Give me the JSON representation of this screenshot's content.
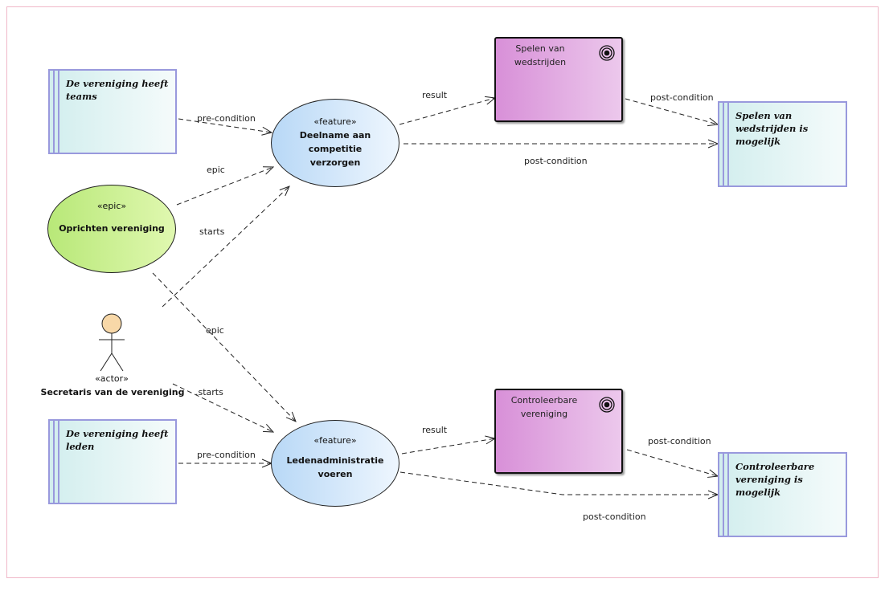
{
  "elements": {
    "state_teams": "De vereniging heeft teams",
    "state_leden": "De vereniging heeft leden",
    "state_spelen": "Spelen van wedstrijden is mogelijk",
    "state_controle": "Controleerbare vereniging is mogelijk",
    "activity_spelen": "Spelen van wedstrijden",
    "activity_controle": "Controleerbare vereniging",
    "feature1": {
      "stereotype": "«feature»",
      "name": "Deelname aan competitie verzorgen"
    },
    "feature2": {
      "stereotype": "«feature»",
      "name": "Ledenadministratie voeren"
    },
    "epic": {
      "stereotype": "«epic»",
      "name": "Oprichten vereniging"
    },
    "actor": {
      "stereotype": "«actor»",
      "name": "Secretaris van de vereniging"
    }
  },
  "connectors": {
    "pre1": "pre-condition",
    "pre2": "pre-condition",
    "result1": "result",
    "result2": "result",
    "post1": "post-condition",
    "post2": "post-condition",
    "post3": "post-condition",
    "post4": "post-condition",
    "epic1": "epic",
    "epic2": "epic",
    "starts1": "starts",
    "starts2": ".starts"
  },
  "colors": {
    "state_border": "#9999dd",
    "feature_fill": "#b8d8f6",
    "epic_fill": "#b8e878",
    "activity_fill": "#d890d8",
    "actor_head": "#f8d8a8"
  },
  "icons": {
    "activity_marker": "bullseye-icon"
  }
}
